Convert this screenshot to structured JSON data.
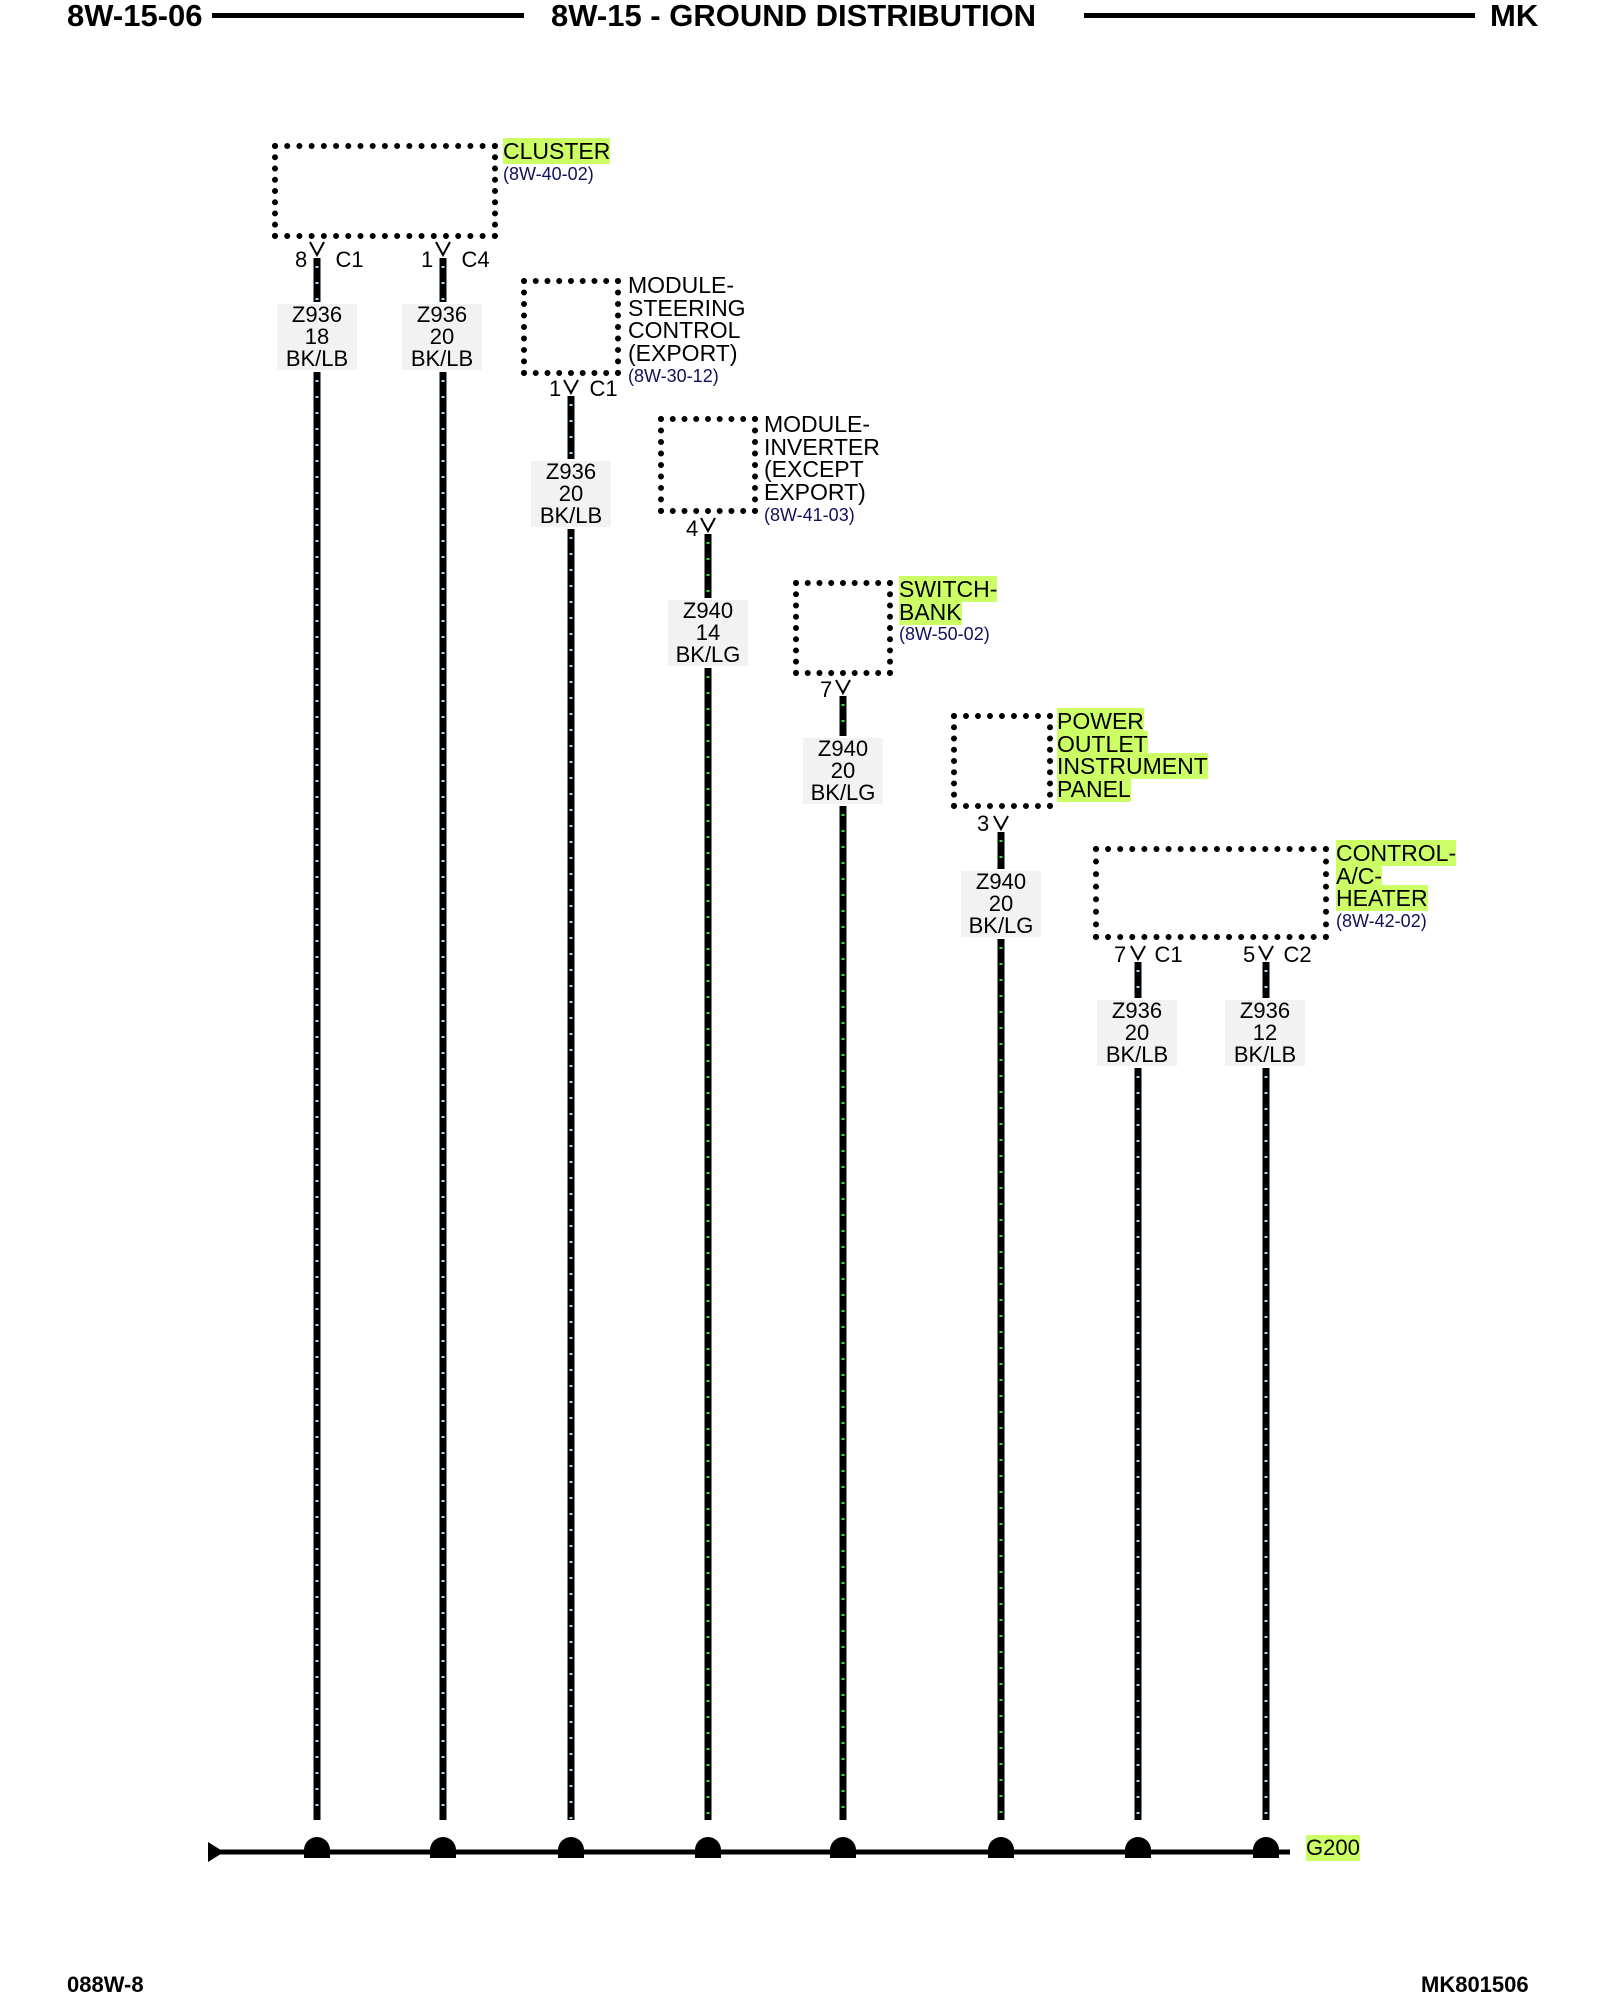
{
  "header": {
    "page_code": "8W-15-06",
    "title": "8W-15 - GROUND DISTRIBUTION",
    "model": "MK"
  },
  "footer": {
    "left_code": "088W-8",
    "right_code": "MK801506"
  },
  "colors": {
    "highlight": "#ccff66",
    "ref_text": "#10105a",
    "wire_black": "#000000",
    "stripe_light_blue": "#a9d4ee",
    "stripe_light_green": "#33dd33"
  },
  "components": [
    {
      "id": "cluster",
      "lines": [
        "CLUSTER"
      ],
      "ref": "(8W-40-02)",
      "highlight": true
    },
    {
      "id": "steering",
      "lines": [
        "MODULE-",
        "STEERING",
        "CONTROL",
        "(EXPORT)"
      ],
      "ref": "(8W-30-12)",
      "highlight": false
    },
    {
      "id": "inverter",
      "lines": [
        "MODULE-",
        "INVERTER",
        "(EXCEPT",
        "EXPORT)"
      ],
      "ref": "(8W-41-03)",
      "highlight": false
    },
    {
      "id": "switchbank",
      "lines": [
        "SWITCH-",
        "BANK"
      ],
      "ref": "(8W-50-02)",
      "highlight": true
    },
    {
      "id": "poweroutlet",
      "lines": [
        "POWER",
        "OUTLET",
        "INSTRUMENT",
        "PANEL"
      ],
      "ref": "",
      "highlight": true
    },
    {
      "id": "acheater",
      "lines": [
        "CONTROL-",
        "A/C-",
        "HEATER"
      ],
      "ref": "(8W-42-02)",
      "highlight": true
    }
  ],
  "wires": [
    {
      "pin": "8",
      "connector": "C1",
      "circuit": "Z936",
      "gauge": "18",
      "color": "BK/LB",
      "stripe": "light-blue"
    },
    {
      "pin": "1",
      "connector": "C4",
      "circuit": "Z936",
      "gauge": "20",
      "color": "BK/LB",
      "stripe": "light-blue"
    },
    {
      "pin": "1",
      "connector": "C1",
      "circuit": "Z936",
      "gauge": "20",
      "color": "BK/LB",
      "stripe": "light-blue"
    },
    {
      "pin": "4",
      "connector": "",
      "circuit": "Z940",
      "gauge": "14",
      "color": "BK/LG",
      "stripe": "light-green"
    },
    {
      "pin": "7",
      "connector": "",
      "circuit": "Z940",
      "gauge": "20",
      "color": "BK/LG",
      "stripe": "light-green"
    },
    {
      "pin": "3",
      "connector": "",
      "circuit": "Z940",
      "gauge": "20",
      "color": "BK/LG",
      "stripe": "light-green"
    },
    {
      "pin": "7",
      "connector": "C1",
      "circuit": "Z936",
      "gauge": "20",
      "color": "BK/LB",
      "stripe": "light-blue"
    },
    {
      "pin": "5",
      "connector": "C2",
      "circuit": "Z936",
      "gauge": "12",
      "color": "BK/LB",
      "stripe": "light-blue"
    }
  ],
  "ground": {
    "label": "G200"
  }
}
